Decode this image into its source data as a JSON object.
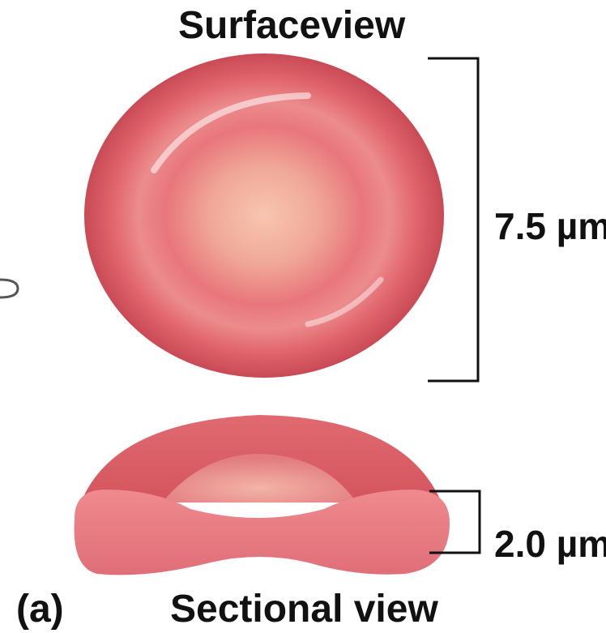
{
  "diagram": {
    "title": "Surfaceview",
    "surface_dimension": "7.5 µm",
    "section_dimension": "2.0 µm",
    "panel_label": "(a)",
    "section_title": "Sectional view"
  },
  "colors": {
    "cell_outer": "#d9545c",
    "cell_mid": "#e8787a",
    "cell_center": "#f7c4ae",
    "bracket": "#111111"
  }
}
